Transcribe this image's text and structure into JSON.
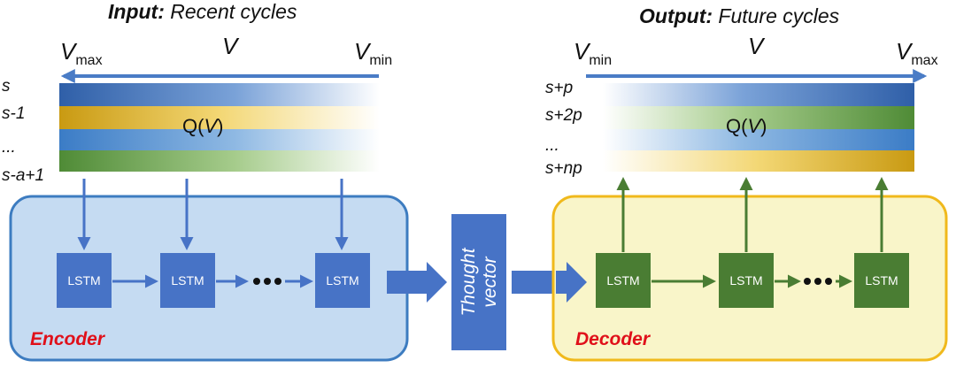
{
  "input": {
    "title_bold": "Input:",
    "title_rest": " Recent cycles",
    "axis_left": "V",
    "axis_left_sub": "max",
    "axis_mid": "V",
    "axis_right": "V",
    "axis_right_sub": "min",
    "rows": [
      "s",
      "s-1",
      "...",
      "s-a+1"
    ],
    "qv_label_pre": "Q(",
    "qv_label_v": "V",
    "qv_label_post": ")"
  },
  "output": {
    "title_bold": "Output:",
    "title_rest": " Future cycles",
    "axis_left": "V",
    "axis_left_sub": "min",
    "axis_mid": "V",
    "axis_right": "V",
    "axis_right_sub": "max",
    "rows": [
      "s+p",
      "s+2p",
      "...",
      "s+np"
    ],
    "qv_label_pre": "Q(",
    "qv_label_v": "V",
    "qv_label_post": ")"
  },
  "encoder": {
    "label": "Encoder",
    "cells": [
      "LSTM",
      "LSTM",
      "LSTM"
    ]
  },
  "decoder": {
    "label": "Decoder",
    "cells": [
      "LSTM",
      "LSTM",
      "LSTM"
    ]
  },
  "thought_vector": {
    "line1": "Thought",
    "line2": "vector"
  },
  "colors": {
    "blue_dark": "#2f5fa8",
    "gold": "#c99a12",
    "green": "#4f8b36",
    "encoder_fill": "#c5dbf2",
    "encoder_stroke": "#3d7cc0",
    "decoder_fill": "#f9f5c9",
    "decoder_stroke": "#f0b91c",
    "lstm_enc": "#4773c6",
    "lstm_dec": "#4a7d33",
    "label_red": "#e0101a"
  }
}
